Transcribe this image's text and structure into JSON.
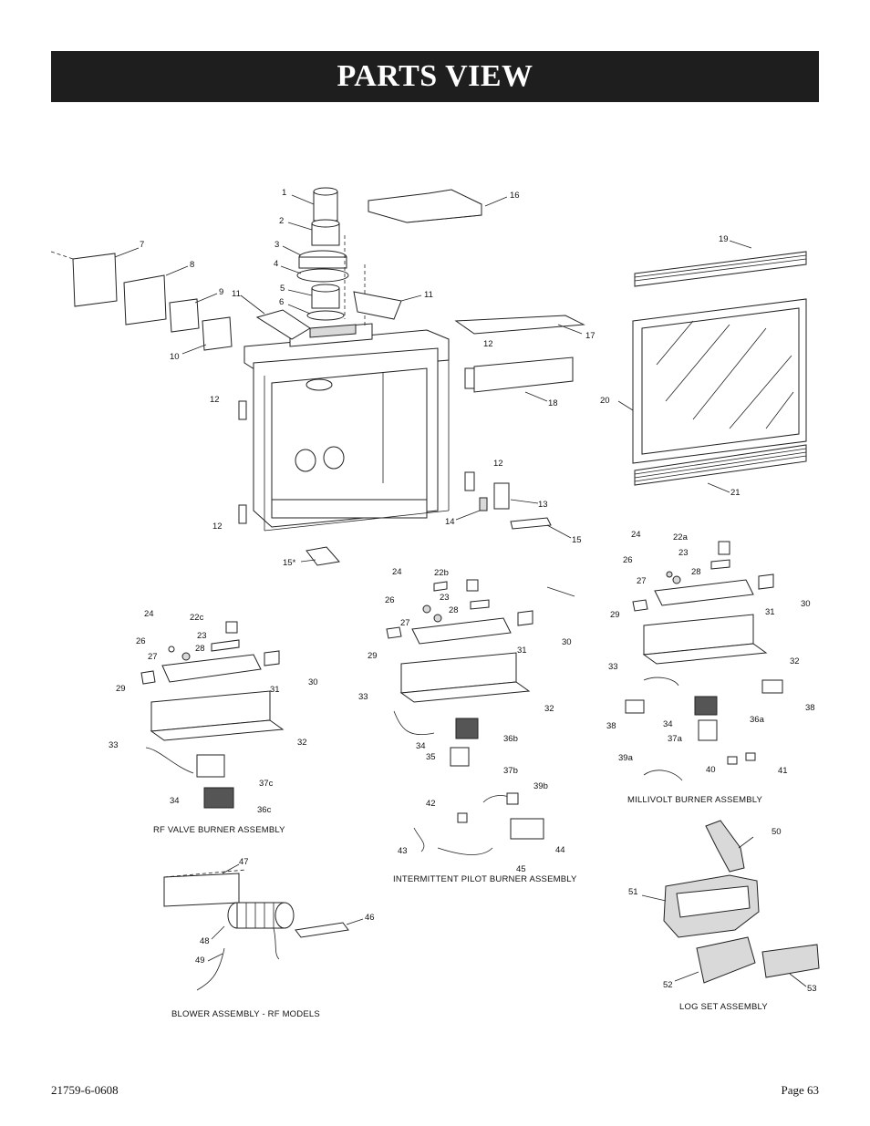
{
  "header": {
    "title": "PARTS VIEW"
  },
  "captions": {
    "rf_valve": "RF VALVE BURNER ASSEMBLY",
    "intermittent": "INTERMITTENT PILOT BURNER ASSEMBLY",
    "millivolt": "MILLIVOLT BURNER ASSEMBLY",
    "blower": "BLOWER ASSEMBLY - RF MODELS",
    "logset": "LOG SET ASSEMBLY"
  },
  "callouts": {
    "c1": "1",
    "c2": "2",
    "c3": "3",
    "c4": "4",
    "c5": "5",
    "c6": "6",
    "c7": "7",
    "c8": "8",
    "c9": "9",
    "c10": "10",
    "c11a": "11",
    "c11b": "11",
    "c12a": "12",
    "c12b": "12",
    "c12c": "12",
    "c12d": "12",
    "c13": "13",
    "c14": "14",
    "c15": "15",
    "c15s": "15*",
    "c16": "16",
    "c17": "17",
    "c18": "18",
    "c19": "19",
    "c20": "20",
    "c21": "21",
    "rf24": "24",
    "rf22c": "22c",
    "rf23": "23",
    "rf26": "26",
    "rf27": "27",
    "rf28": "28",
    "rf29": "29",
    "rf30": "30",
    "rf31": "31",
    "rf32": "32",
    "rf33": "33",
    "rf34": "34",
    "rf37c": "37c",
    "rf36c": "36c",
    "ip24": "24",
    "ip22b": "22b",
    "ip23": "23",
    "ip26": "26",
    "ip28": "28",
    "ip27": "27",
    "ip29": "29",
    "ip30": "30",
    "ip31": "31",
    "ip32": "32",
    "ip33": "33",
    "ip34": "34",
    "ip35": "35",
    "ip36b": "36b",
    "ip37b": "37b",
    "ip39b": "39b",
    "ip42": "42",
    "ip43": "43",
    "ip44": "44",
    "ip45": "45",
    "mv24": "24",
    "mv22a": "22a",
    "mv23": "23",
    "mv26": "26",
    "mv28": "28",
    "mv27": "27",
    "mv29": "29",
    "mv30": "30",
    "mv31": "31",
    "mv32": "32",
    "mv33": "33",
    "mv38a": "38",
    "mv34": "34",
    "mv36a": "36a",
    "mv38b": "38",
    "mv37a": "37a",
    "mv39a": "39a",
    "mv40": "40",
    "mv41": "41",
    "bl47": "47",
    "bl46": "46",
    "bl48": "48",
    "bl49": "49",
    "lg50": "50",
    "lg51": "51",
    "lg52": "52",
    "lg53": "53"
  },
  "footer": {
    "doc_number": "21759-6-0608",
    "page": "Page 63"
  }
}
